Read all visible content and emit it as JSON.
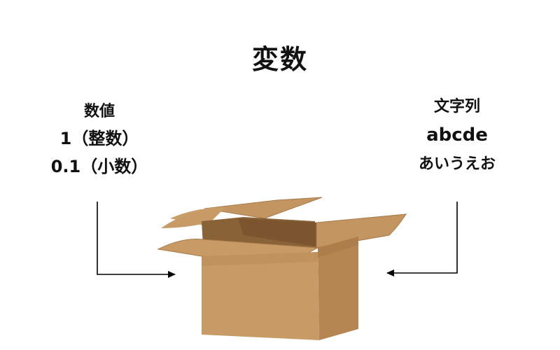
{
  "title": "変数",
  "left_group": {
    "heading": "数値",
    "lines": [
      "1（整数）",
      "0.1（小数）"
    ]
  },
  "right_group": {
    "heading": "文字列",
    "lines": [
      "abcde",
      "あいうえお"
    ]
  },
  "colors": {
    "box_front": "#c89b66",
    "box_side": "#b58651",
    "box_inside": "#8a6238",
    "box_flap": "#c39560",
    "arrow": "#000000"
  }
}
